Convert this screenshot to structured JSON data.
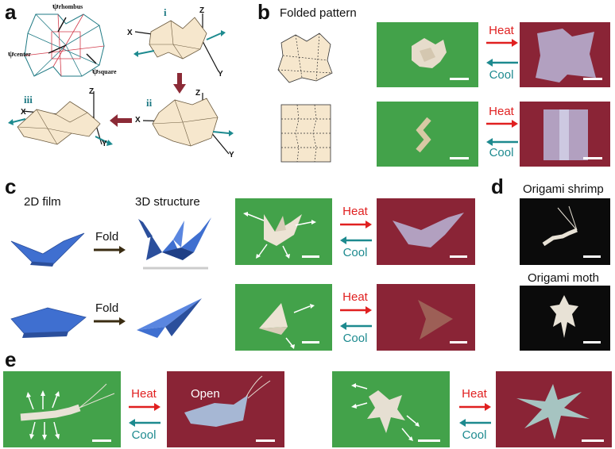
{
  "panels": {
    "a": "a",
    "b": "b",
    "c": "c",
    "d": "d",
    "e": "e"
  },
  "panel_a": {
    "psi_rhombus": "ψ",
    "psi_rhombus_sub": "rhombus",
    "psi_center": "ψ",
    "psi_center_sub": "center",
    "psi_square": "ψ",
    "psi_square_sub": "square",
    "step_i": "i",
    "step_ii": "ii",
    "step_iii": "iii",
    "axis_x": "X",
    "axis_y": "Y",
    "axis_z": "Z"
  },
  "panel_b": {
    "title": "Folded pattern",
    "heat": "Heat",
    "cool": "Cool"
  },
  "panel_c": {
    "film_label": "2D film",
    "structure_label": "3D structure",
    "fold_label": "Fold",
    "heat": "Heat",
    "cool": "Cool"
  },
  "panel_d": {
    "shrimp_label": "Origami shrimp",
    "moth_label": "Origami moth"
  },
  "panel_e": {
    "heat": "Heat",
    "cool": "Cool",
    "open_label": "Open"
  },
  "colors": {
    "heat": "#e02020",
    "cool": "#1d8a8f",
    "green_bg": "#43a24a",
    "red_bg": "#8a2436",
    "origami_blue": "#3f6fd0",
    "origami_paper": "#f6e7cd",
    "fold_arrow": "#8b2a36"
  }
}
